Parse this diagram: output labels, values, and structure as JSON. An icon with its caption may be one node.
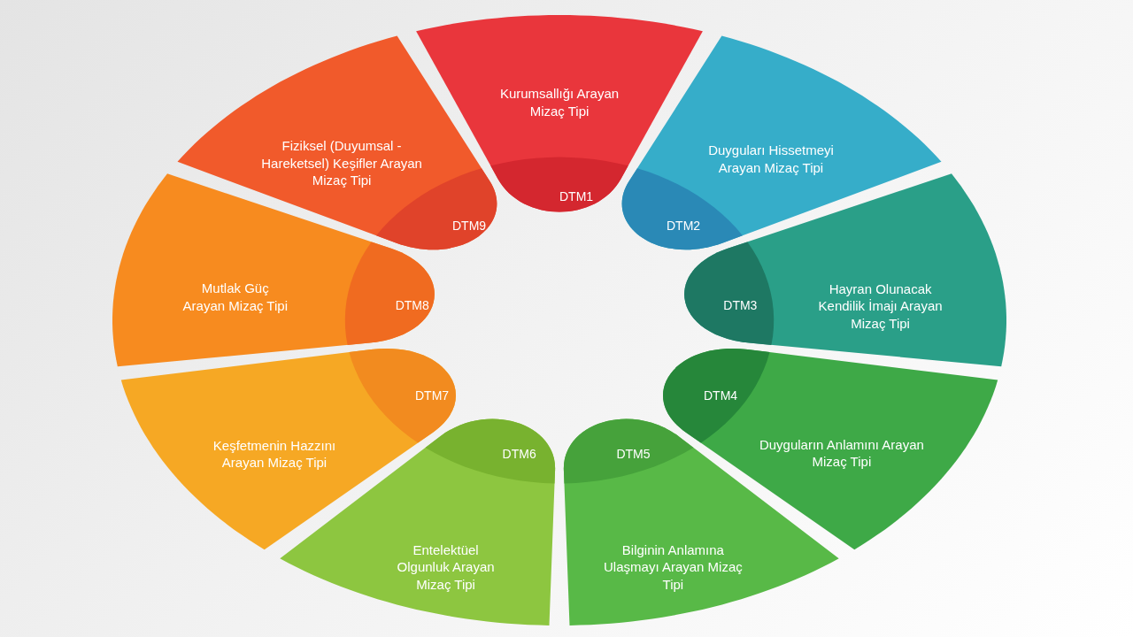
{
  "diagram": {
    "nodes": [
      {
        "text": [
          "Kurumsallığı Arayan Mizaç Tipi",
          "DTM1"
        ]
      },
      {
        "text": [
          "Duyguları Hissetmeyi Arayan Mizaç Tipi",
          "DTM2"
        ]
      },
      {
        "text": [
          "DTM3",
          "Hayran Olunacak Kendilik İmajı Arayan Mizaç Tipi"
        ]
      },
      {
        "text": [
          "DTM4",
          "Duyguların Anlamını Arayan Mizaç Tipi"
        ]
      },
      {
        "text": [
          "DTM5",
          "Bilginin Anlamına Ulaşmayı Arayan Mizaç Tipi"
        ]
      },
      {
        "text": [
          "DTM6",
          "Entelektüel Olgunluk Arayan Mizaç Tipi"
        ]
      },
      {
        "text": [
          "DTM7",
          "Keşfetmenin Hazzını Arayan Mizaç Tipi"
        ]
      },
      {
        "text": [
          "Mutlak Güç Arayan Mizaç Tipi",
          "DTM8"
        ]
      },
      {
        "text": [
          "Fiziksel (Duyumsal - Hareketsel) Keşifler Arayan Mizaç Tipi",
          "DTM9"
        ]
      }
    ]
  }
}
